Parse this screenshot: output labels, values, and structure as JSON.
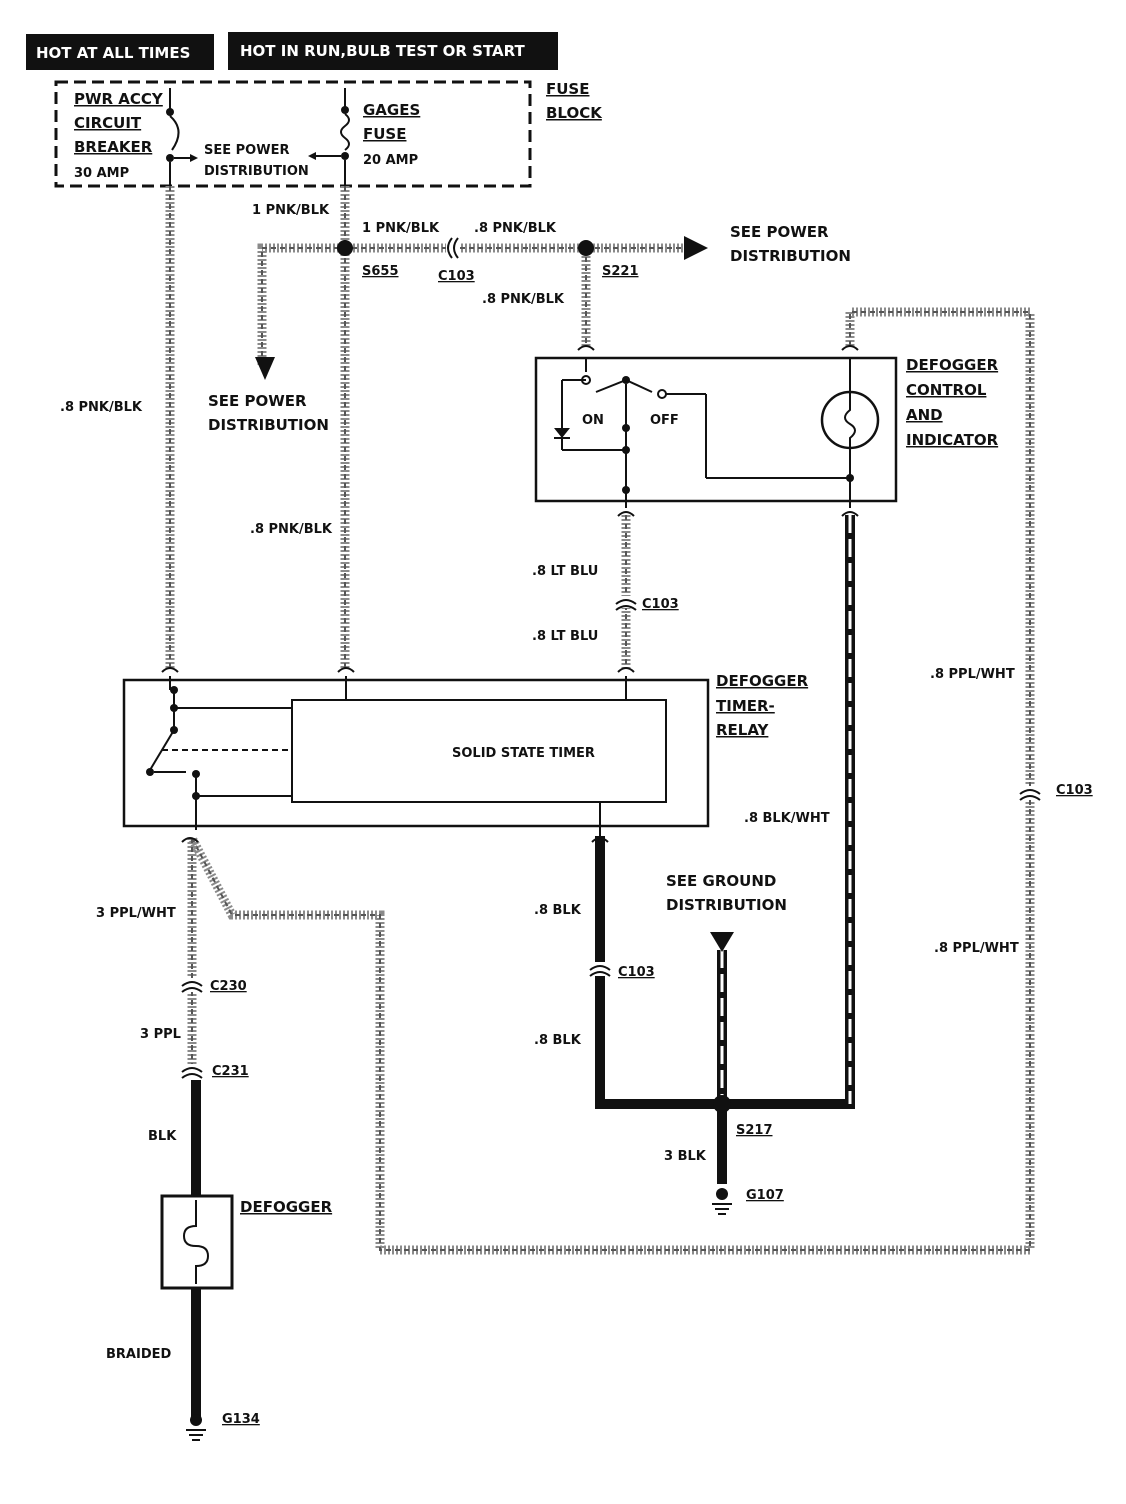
{
  "header": {
    "hot_all_times": "HOT AT ALL TIMES",
    "hot_run": "HOT IN RUN,BULB TEST OR START"
  },
  "fuse_block": {
    "title_line1": "FUSE",
    "title_line2": "BLOCK",
    "breaker_line1": "PWR ACCY",
    "breaker_line2": "CIRCUIT",
    "breaker_line3": "BREAKER",
    "breaker_amp": "30 AMP",
    "see_power_1": "SEE POWER",
    "see_power_2": "DISTRIBUTION",
    "gages_line1": "GAGES",
    "gages_line2": "FUSE",
    "gages_amp": "20 AMP"
  },
  "wires": {
    "w1": "1 PNK/BLK",
    "w2": "1 PNK/BLK",
    "w3": ".8 PNK/BLK",
    "w4": ".8 PNK/BLK",
    "w5": ".8 PNK/BLK",
    "w6": ".8 PNK/BLK",
    "w7": ".8 LT BLU",
    "w8": ".8 LT BLU",
    "w9": ".8 PPL/WHT",
    "w10": ".8 PPL/WHT",
    "w11": ".8 BLK/WHT",
    "w12": ".8 BLK",
    "w13": ".8 BLK",
    "w14": "3 BLK",
    "w15": "3 PPL/WHT",
    "w16": "3 PPL",
    "w17": "BLK",
    "w18": "BRAIDED"
  },
  "splices": {
    "s655": "S655",
    "s221": "S221",
    "s217": "S217"
  },
  "connectors": {
    "c103_top": "C103",
    "c103_mid": "C103",
    "c103_right": "C103",
    "c103_low": "C103",
    "c230": "C230",
    "c231": "C231"
  },
  "grounds": {
    "g107": "G107",
    "g134": "G134"
  },
  "notes": {
    "see_power_mid_1": "SEE POWER",
    "see_power_mid_2": "DISTRIBUTION",
    "see_power_right_1": "SEE POWER",
    "see_power_right_2": "DISTRIBUTION",
    "see_ground_1": "SEE GROUND",
    "see_ground_2": "DISTRIBUTION"
  },
  "control": {
    "title_line1": "DEFOGGER",
    "title_line2": "CONTROL",
    "title_line3": "AND",
    "title_line4": "INDICATOR",
    "on": "ON",
    "off": "OFF"
  },
  "timer_relay": {
    "title_line1": "DEFOGGER",
    "title_line2": "TIMER-",
    "title_line3": "RELAY",
    "inner": "SOLID STATE TIMER"
  },
  "defogger": {
    "label": "DEFOGGER"
  },
  "colors": {
    "wire_gray": "#8a8a8a",
    "wire_black": "#111111",
    "header_bg": "#111111"
  }
}
